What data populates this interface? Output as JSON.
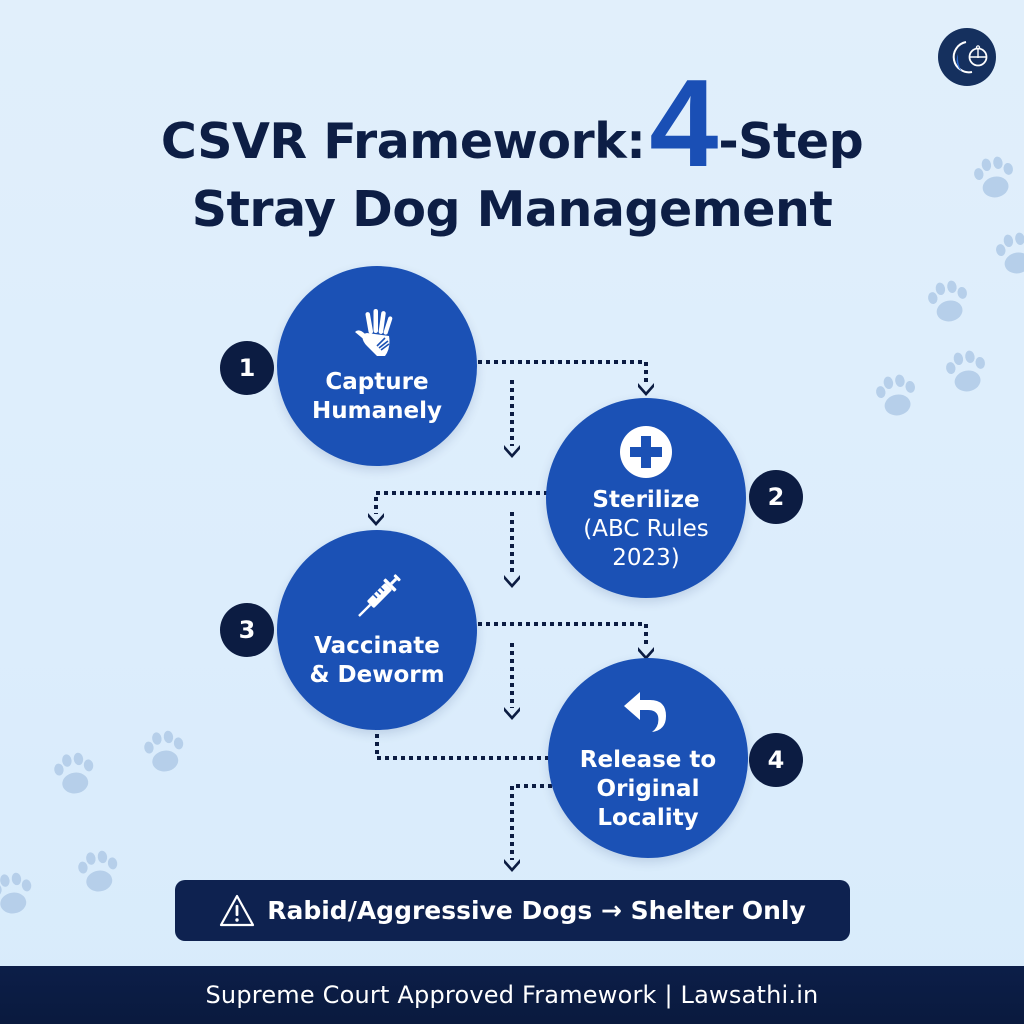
{
  "title": {
    "line1_before": "CSVR Framework:",
    "highlight": "4",
    "line1_after": "-Step",
    "line2": "Stray Dog Management"
  },
  "logo": {
    "icon": "legal-scales-logo-icon"
  },
  "steps": [
    {
      "number": "1",
      "icon": "helping-hand-icon",
      "title_lines": [
        "Capture",
        "Humanely"
      ],
      "sub_lines": []
    },
    {
      "number": "2",
      "icon": "medical-cross-icon",
      "title_lines": [
        "Sterilize"
      ],
      "sub_lines": [
        "(ABC Rules",
        "2023)"
      ]
    },
    {
      "number": "3",
      "icon": "syringe-icon",
      "title_lines": [
        "Vaccinate",
        "& Deworm"
      ],
      "sub_lines": []
    },
    {
      "number": "4",
      "icon": "return-arrow-icon",
      "title_lines": [
        "Release to",
        "Original",
        "Locality"
      ],
      "sub_lines": []
    }
  ],
  "warning": {
    "icon": "warning-triangle-icon",
    "text": "Rabid/Aggressive Dogs → Shelter Only"
  },
  "footer": {
    "text": "Supreme Court Approved Framework | Lawsathi.in"
  },
  "colors": {
    "background": "#dcedfc",
    "navy": "#0d1e45",
    "accent_blue": "#1b51b5",
    "paw": "#b3cde8"
  }
}
